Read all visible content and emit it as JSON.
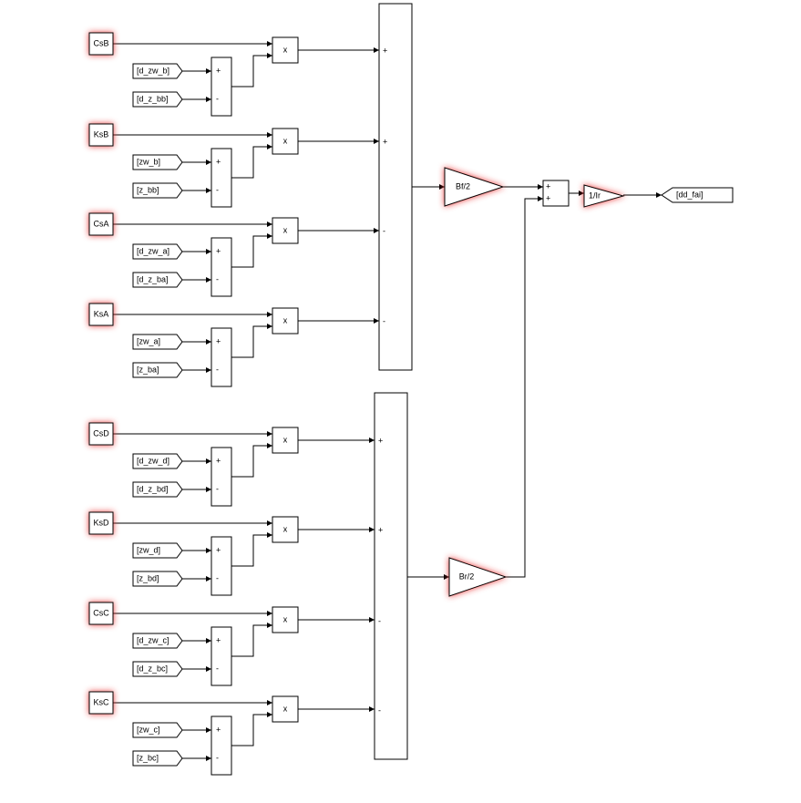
{
  "colors": {
    "highlight": "#e8262b",
    "line": "#000000",
    "block_fill": "#ffffff"
  },
  "gains": [
    {
      "id": "CsB",
      "label": "CsB"
    },
    {
      "id": "KsB",
      "label": "KsB"
    },
    {
      "id": "CsA",
      "label": "CsA"
    },
    {
      "id": "KsA",
      "label": "KsA"
    },
    {
      "id": "CsD",
      "label": "CsD"
    },
    {
      "id": "KsD",
      "label": "KsD"
    },
    {
      "id": "CsC",
      "label": "CsC"
    },
    {
      "id": "KsC",
      "label": "KsC"
    }
  ],
  "from_tags": [
    [
      "[d_zw_b]",
      "[d_z_bb]"
    ],
    [
      "[zw_b]",
      "[z_bb]"
    ],
    [
      "[d_zw_a]",
      "[d_z_ba]"
    ],
    [
      "[zw_a]",
      "[z_ba]"
    ],
    [
      "[d_zw_d]",
      "[d_z_bd]"
    ],
    [
      "[zw_d]",
      "[z_bd]"
    ],
    [
      "[d_zw_c]",
      "[d_z_bc]"
    ],
    [
      "[zw_c]",
      "[z_bc]"
    ]
  ],
  "sum_signs": [
    "+",
    "-"
  ],
  "product_label": "x",
  "front_sum_signs": [
    "+",
    "+",
    "-",
    "-"
  ],
  "rear_sum_signs": [
    "+",
    "+",
    "-",
    "-"
  ],
  "gain_front": "Bf/2",
  "gain_rear": "Br/2",
  "final_sum_signs": [
    "+",
    "+"
  ],
  "gain_inertia": "1/Ir",
  "goto_tag": "[dd_fai]"
}
